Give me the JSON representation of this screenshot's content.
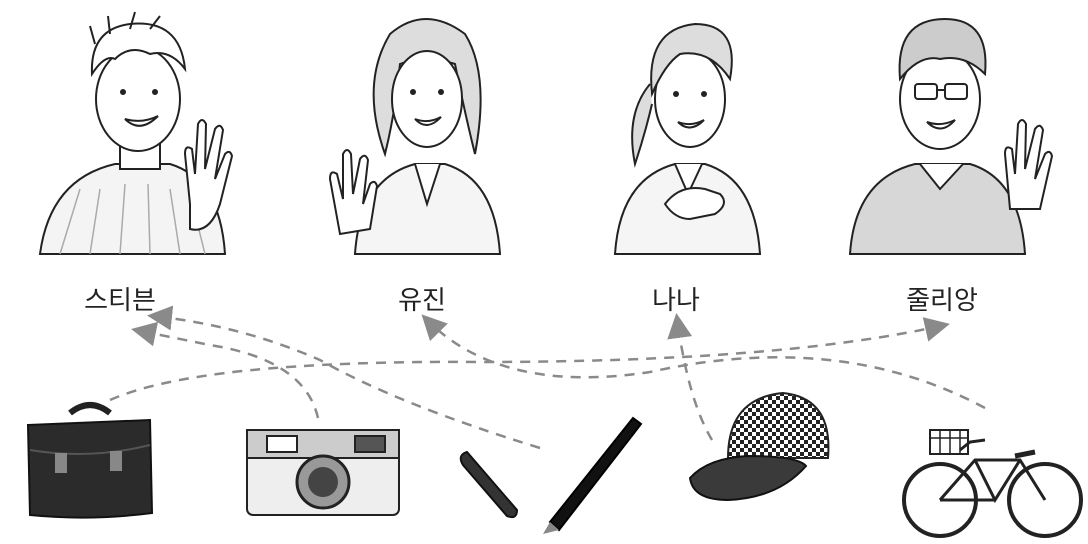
{
  "people": [
    {
      "id": "steven",
      "name": "스티븐"
    },
    {
      "id": "yujin",
      "name": "유진"
    },
    {
      "id": "nana",
      "name": "나나"
    },
    {
      "id": "julien",
      "name": "줄리앙"
    }
  ],
  "items": [
    {
      "id": "briefcase",
      "icon": "briefcase-icon"
    },
    {
      "id": "camera",
      "icon": "camera-icon"
    },
    {
      "id": "pen",
      "icon": "pen-icon"
    },
    {
      "id": "cap",
      "icon": "cap-icon"
    },
    {
      "id": "bicycle",
      "icon": "bicycle-icon"
    }
  ],
  "connections": [
    {
      "from": "briefcase",
      "to": "julien"
    },
    {
      "from": "camera",
      "to": "steven"
    },
    {
      "from": "pen",
      "to": "steven"
    },
    {
      "from": "cap",
      "to": "nana"
    },
    {
      "from": "bicycle",
      "to": "yujin"
    }
  ],
  "colors": {
    "arrow": "#8a8a8a",
    "line": "#222222",
    "shade": "#e6e6e6"
  }
}
